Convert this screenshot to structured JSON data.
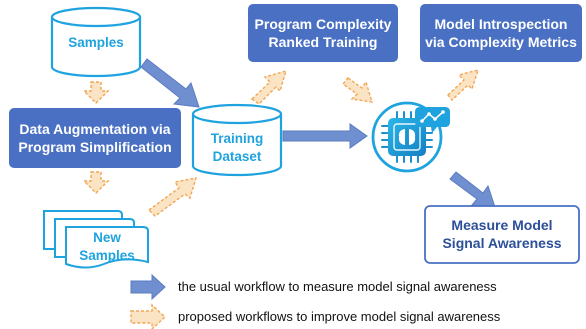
{
  "nodes": {
    "samples": "Samples",
    "augmentation_line1": "Data Augmentation via",
    "augmentation_line2": "Program Simplification",
    "new_samples_line1": "New",
    "new_samples_line2": "Samples",
    "training_line1": "Training",
    "training_line2": "Dataset",
    "complexity_line1": "Program Complexity",
    "complexity_line2": "Ranked Training",
    "introspection_line1": "Model Introspection",
    "introspection_line2": "via Complexity Metrics",
    "measure_line1": "Measure Model",
    "measure_line2": "Signal Awareness"
  },
  "legend": {
    "usual": "the usual workflow to measure model signal awareness",
    "proposed": "proposed workflows to improve model signal awareness"
  },
  "colors": {
    "cyan": "#1fa3df",
    "dark_blue": "#4a70c4",
    "solid_arrow_fill": "#6f8fd1",
    "dashed_arrow_fill": "#fbe4c4",
    "dashed_arrow_stroke": "#f2a653",
    "navy_text": "#2c4f9a"
  },
  "icons": [
    "database-cylinder-icon",
    "document-stack-icon",
    "ai-chip-icon",
    "chart-badge-icon"
  ]
}
